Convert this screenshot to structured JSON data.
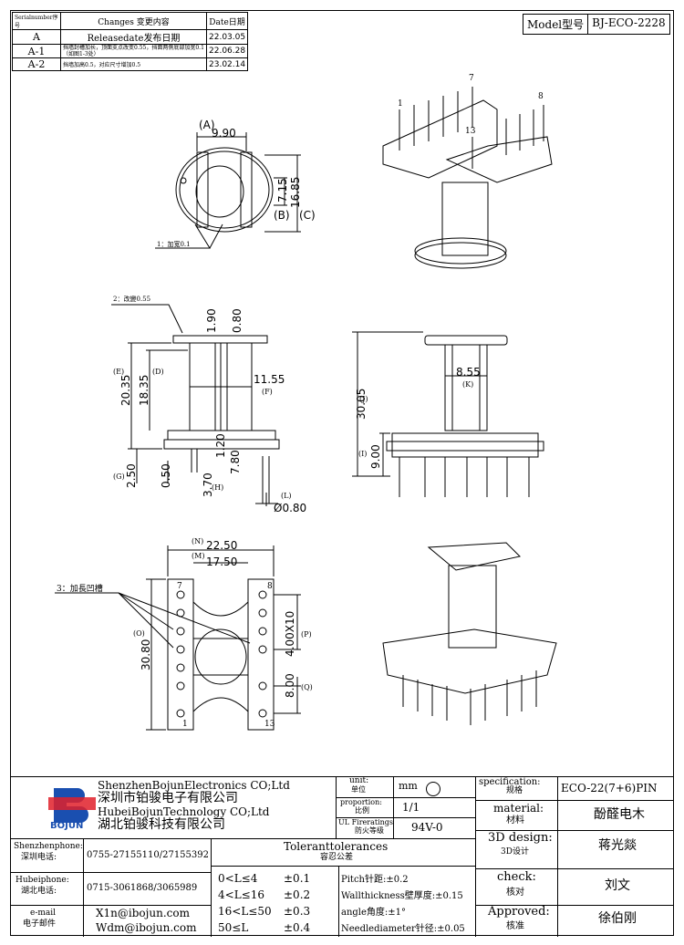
{
  "revisions": {
    "headers": [
      "Serialnumber序号",
      "Changes 变更内容",
      "Date日期"
    ],
    "rows": [
      [
        "A",
        "Releasedate发布日期",
        "22.03.05"
      ],
      [
        "A-1",
        "挡墙封槽加长，顶面支点改变0.55，挡面两侧底部加宽0.1（如图1-3处）",
        "22.06.28"
      ],
      [
        "A-2",
        "挡墙加高0.5，对应尺寸增加0.5",
        "23.02.14"
      ]
    ]
  },
  "model": {
    "label": "Model型号",
    "value": "BJ-ECO-2228"
  },
  "dims": {
    "top_view": {
      "a": "9.90",
      "a_tag": "(A)",
      "b": "7.15",
      "b_tag": "(B)",
      "c": "16.85",
      "c_tag": "(C)",
      "note": "1：加宽0.1"
    },
    "front_view": {
      "note": "2：改變0.55",
      "d190": "1.90",
      "d080": "0.80",
      "e": "20.35",
      "e_tag": "(E)",
      "d": "18.35",
      "d_tag": "(D)",
      "f": "11.55",
      "f_tag": "(F)",
      "g": "2.50",
      "g_tag": "(G)",
      "d050": "0.50",
      "h": "3.70",
      "h_tag": "(H)",
      "d120": "1.20",
      "d780": "7.80",
      "l_tag": "(L)",
      "pin": "Ø0.80"
    },
    "side_view": {
      "k": "8.55",
      "k_tag": "(K)",
      "j": "30.05",
      "j_tag": "(J)",
      "i": "9.00",
      "i_tag": "(I)"
    },
    "bottom_view": {
      "n": "22.50",
      "n_tag": "(N)",
      "m": "17.50",
      "m_tag": "(M)",
      "note": "3：加長凹槽",
      "o": "30.80",
      "o_tag": "(O)",
      "p": "4.00X10",
      "p_tag": "(P)",
      "q": "8.00",
      "q_tag": "(Q)",
      "pins": [
        "7",
        "8",
        "1",
        "13"
      ]
    },
    "iso_pins": [
      "1",
      "7",
      "8",
      "13"
    ]
  },
  "title_block": {
    "company_sz_en": "ShenzhenBojunElectronics CO;Ltd",
    "company_sz_cn": "深圳市铂骏电子有限公司",
    "company_hb_en": "HubeiBojunTechnology CO;Ltd",
    "company_hb_cn": "湖北铂骏科技有限公司",
    "logo_text": "BOJUN",
    "unit_label": "unit:",
    "unit_label_cn": "单位",
    "unit_value": "mm",
    "proportion_label": "proportion:",
    "proportion_cn": "比例",
    "proportion_value": "1/1",
    "fire_label": "UL Fireratings",
    "fire_cn": "防火等级",
    "fire_value": "94V-0",
    "spec_label": "specification:",
    "spec_cn": "规格",
    "spec_value": "ECO-22(7+6)PIN",
    "material_label": "material:",
    "material_cn": "材料",
    "material_value": "酚醛电木",
    "design_label": "3D design:",
    "design_cn": "3D设计",
    "design_value": "蒋光燚",
    "check_label": "check:",
    "check_cn": "核对",
    "check_value": "刘文",
    "approved_label": "Approved:",
    "approved_cn": "核准",
    "approved_value": "徐伯刚",
    "sz_phone_label": "Shenzhenphone:",
    "sz_phone_cn": "深圳电话:",
    "sz_phone": "0755-27155110/27155392",
    "hb_phone_label": "Hubeiphone:",
    "hb_phone_cn": "湖北电话:",
    "hb_phone": "0715-3061868/3065989",
    "email_label": "e-mail",
    "email_cn": "电子邮件",
    "email1": "X1n@ibojun.com",
    "email2": "Wdm@ibojun.com",
    "tol_title": "Toleranttolerances",
    "tol_title_cn": "容忍公差",
    "tol_ranges": [
      "0<L≤4",
      "4<L≤16",
      "16<L≤50",
      "50≤L"
    ],
    "tol_values": [
      "±0.1",
      "±0.2",
      "±0.3",
      "±0.4"
    ],
    "pitch": "Pitch针距:±0.2",
    "wall": "Wallthickness壁厚度:±0.15",
    "angle": "angle角度:±1°",
    "needle": "Needlediameter针径:±0.05"
  }
}
